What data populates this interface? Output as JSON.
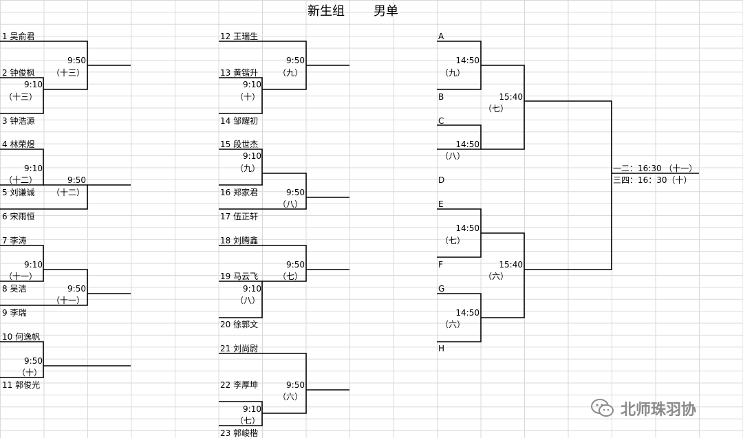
{
  "title": {
    "group": "新生组",
    "event": "男单"
  },
  "players": {
    "p1": "1 吴俞君",
    "p2": "2 钟俊枫",
    "p3": "3 钟浩源",
    "p4": "4 林荣煜",
    "p5": "5 刘谦诚",
    "p6": "6 宋雨恒",
    "p7": "7 李涛",
    "p8": "8 吴洁",
    "p9": "9 李瑞",
    "p10": "10 何逸帆",
    "p11": "11 郭俊光",
    "p12": "12 王瑞生",
    "p13": "13 黄锴升",
    "p14": "14 邹耀初",
    "p15": "15 段世杰",
    "p16": "16 郑家君",
    "p17": "17 伍正轩",
    "p18": "18 刘腾鑫",
    "p19": "19 马云飞",
    "p20": "20 徐郭文",
    "p21": "21 刘尚尉",
    "p22": "22 李厚坤",
    "p23": "23 郭峻楷"
  },
  "slots": {
    "A": "A",
    "B": "B",
    "C": "C",
    "D": "D",
    "E": "E",
    "F": "F",
    "G": "G",
    "H": "H"
  },
  "times": {
    "t910": "9:10",
    "t950": "9:50",
    "t1450": "14:50",
    "t1540": "15:40"
  },
  "courts": {
    "c6": "（六）",
    "c7": "（七）",
    "c8": "（八）",
    "c9": "（九）",
    "c10": "（十）",
    "c11": "（十一）",
    "c12": "（十二）",
    "c13": "（十三）"
  },
  "finals": {
    "first_second": "一二：16:30 （十一）",
    "third_fourth": "三四：16：30（十）"
  },
  "watermark": "北师珠羽协",
  "colors": {
    "line": "#000000",
    "grid": "#d9d9d9",
    "watermark": "#8a8a8a"
  }
}
